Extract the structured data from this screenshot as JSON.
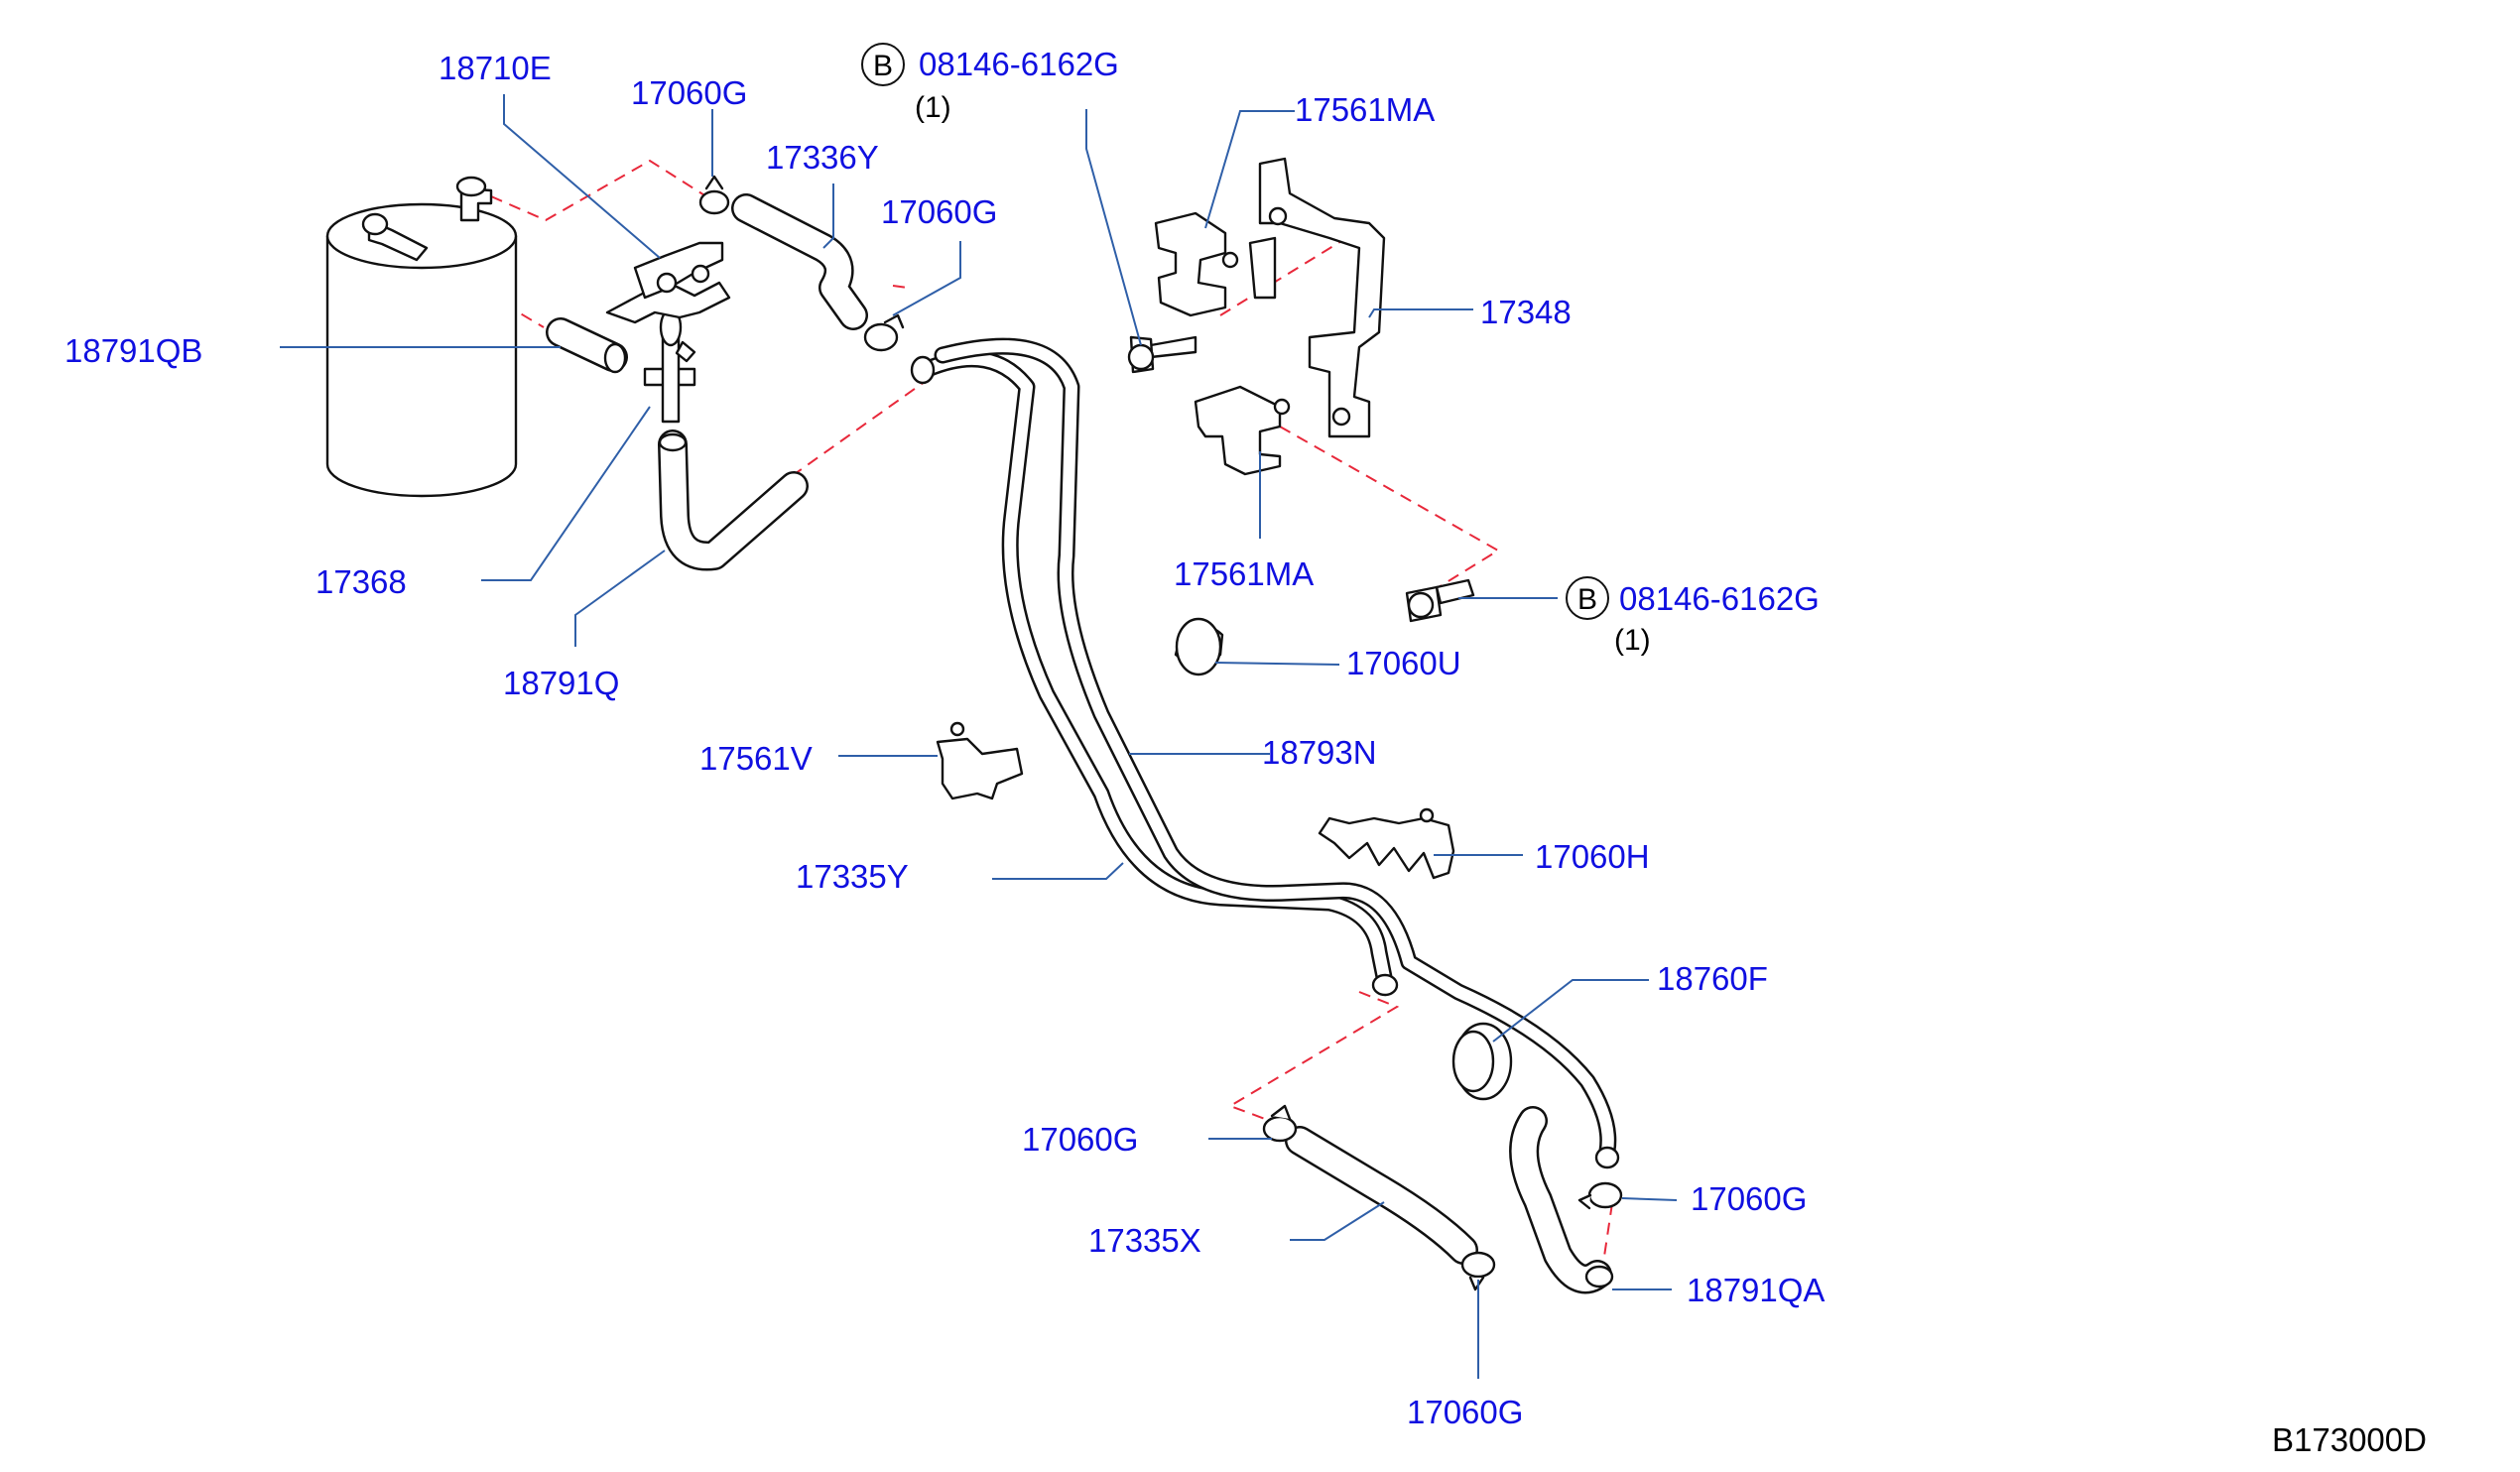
{
  "colors": {
    "label": "#1010e0",
    "leader": "#2f5fa8",
    "dashed_connector": "#e8283a",
    "linework": "#111111"
  },
  "diagram_ref": "B173000D",
  "labels": {
    "l_18710E": "18710E",
    "l_17060G_a": "17060G",
    "l_17336Y": "17336Y",
    "l_17060G_b": "17060G",
    "l_08146_a": "08146-6162G",
    "l_08146_a_qty": "(1)",
    "l_17561MA_a": "17561MA",
    "l_17348": "17348",
    "l_18791QB": "18791QB",
    "l_17368": "17368",
    "l_18791Q": "18791Q",
    "l_17561MA_b": "17561MA",
    "l_08146_b": "08146-6162G",
    "l_08146_b_qty": "(1)",
    "l_17060U": "17060U",
    "l_17561V": "17561V",
    "l_18793N": "18793N",
    "l_17060H": "17060H",
    "l_17335Y": "17335Y",
    "l_18760F": "18760F",
    "l_17060G_c": "17060G",
    "l_17335X": "17335X",
    "l_17060G_d": "17060G",
    "l_18791QA": "18791QA",
    "l_17060G_e": "17060G"
  },
  "bolt_marker": "B",
  "icons": [
    "bolt-callout-icon",
    "canister-icon",
    "clip-icon",
    "hose-clamp-icon",
    "bracket-icon",
    "grommet-icon",
    "plug-icon"
  ]
}
